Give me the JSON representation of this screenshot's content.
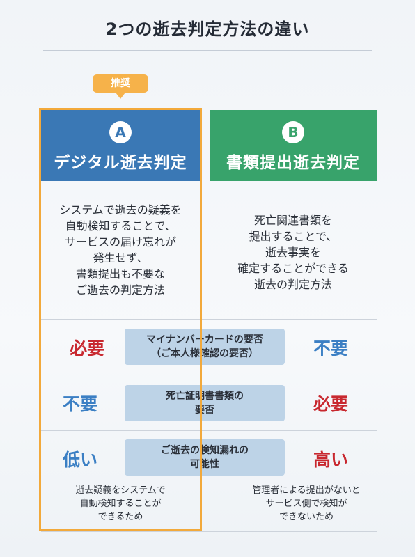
{
  "title": "2つの逝去判定方法の違い",
  "badge": "推奨",
  "columns": {
    "a": {
      "letter": "A",
      "label": "デジタル逝去判定",
      "description": "システムで逝去の疑義を\n自動検知することで、\nサービスの届け忘れが\n発生せず、\n書類提出も不要な\nご逝去の判定方法",
      "note": "逝去疑義をシステムで\n自動検知することが\nできるため",
      "accent_color": "#3a78b5"
    },
    "b": {
      "letter": "B",
      "label": "書類提出逝去判定",
      "description": "死亡関連書類を\n提出することで、\n逝去事実を\n確定することができる\n逝去の判定方法",
      "note": "管理者による提出がないと\nサービス側で検知が\nできないため",
      "accent_color": "#38a36b"
    }
  },
  "rows": [
    {
      "criterion_line1": "マイナンバーカードの要否",
      "criterion_line2": "（ご本人様確認の要否）",
      "a": "必要",
      "b": "不要"
    },
    {
      "criterion_line1": "死亡証明書書類の",
      "criterion_line2": "要否",
      "a": "不要",
      "b": "必要"
    },
    {
      "criterion_line1": "ご逝去の検知漏れの",
      "criterion_line2": "可能性",
      "a": "低い",
      "b": "高い"
    }
  ],
  "colors": {
    "recommended_frame": "#f2a93b",
    "value_red": "#c8282f",
    "value_blue": "#3b7fc4",
    "criterion_bg": "#bdd3e7"
  }
}
